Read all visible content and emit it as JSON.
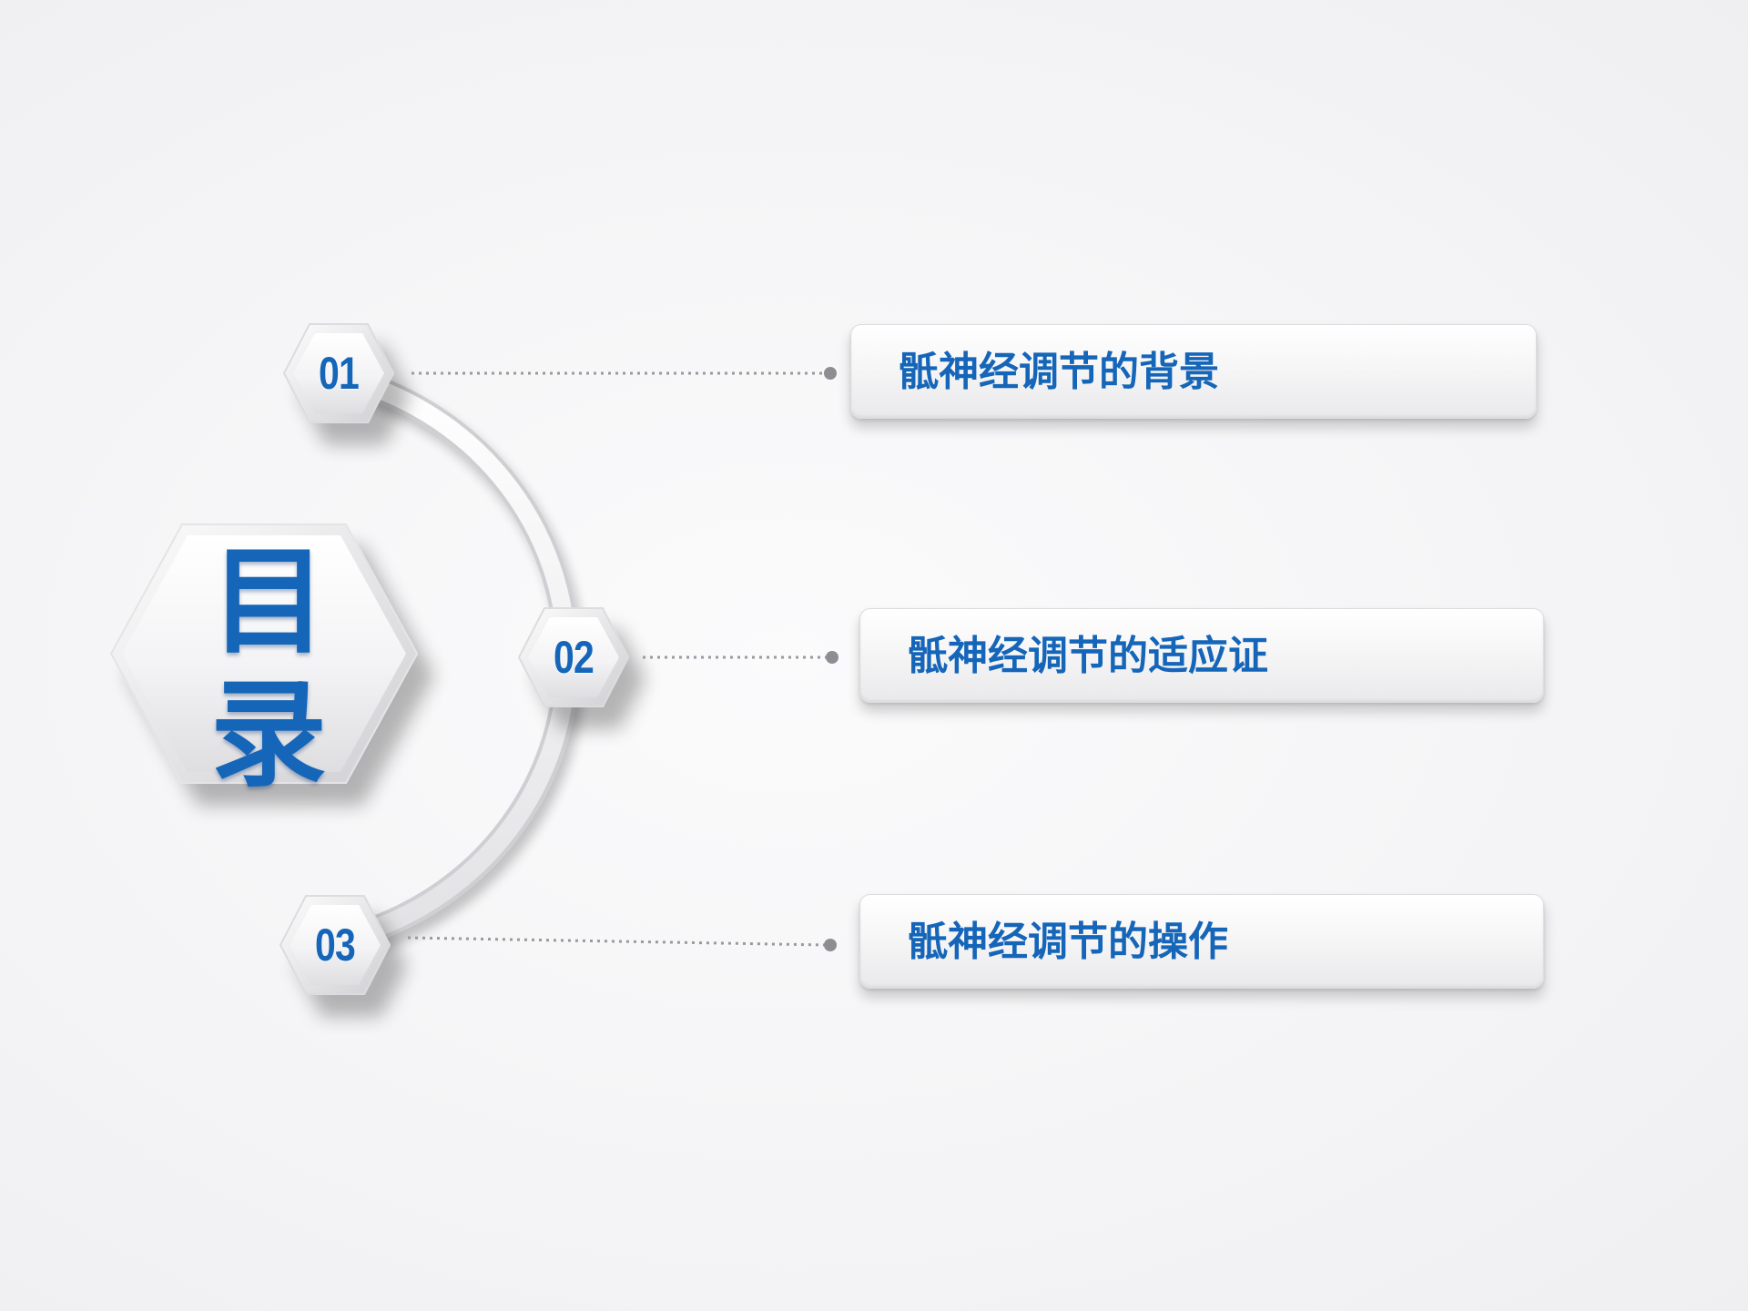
{
  "title": {
    "char_1": "目",
    "char_2": "录"
  },
  "items": [
    {
      "number": "01",
      "label": "骶神经调节的背景"
    },
    {
      "number": "02",
      "label": "骶神经调节的适应证"
    },
    {
      "number": "03",
      "label": "骶神经调节的操作"
    }
  ],
  "colors": {
    "accent": "#1565b8",
    "background": "#f6f6f7",
    "connector_dots": "#9a9a9e"
  }
}
